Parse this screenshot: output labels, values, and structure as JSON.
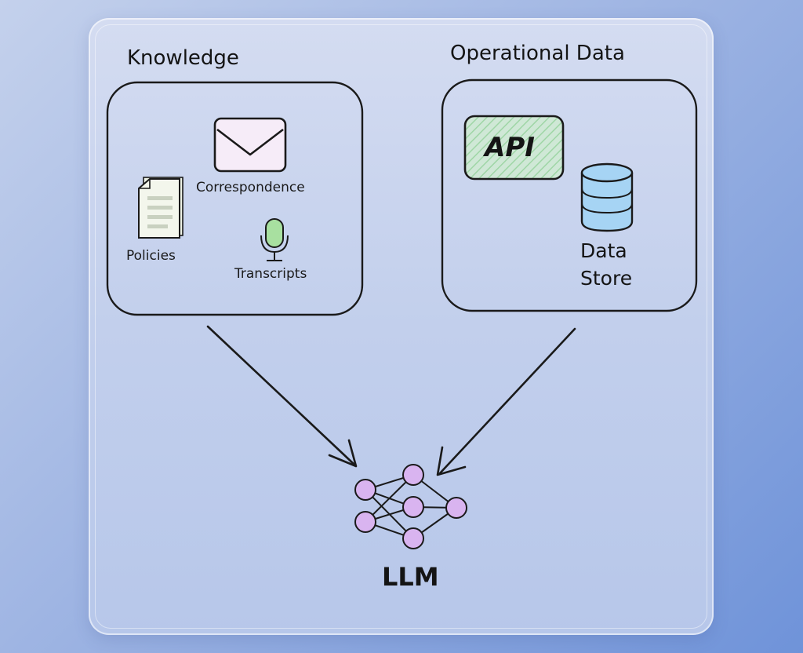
{
  "groups": {
    "knowledge": {
      "title": "Knowledge",
      "items": {
        "correspondence": "Correspondence",
        "policies": "Policies",
        "transcripts": "Transcripts"
      }
    },
    "operational": {
      "title": "Operational Data",
      "api": "API",
      "data_store_line1": "Data",
      "data_store_line2": "Store"
    }
  },
  "target": "LLM",
  "colors": {
    "envelope_fill": "#f6ecf8",
    "document_fill": "#eef3e6",
    "mic_fill": "#a8e0a0",
    "api_fill": "#cfe8d6",
    "database_fill": "#a6d4f4",
    "neuron_fill": "#d9b4f0",
    "stroke": "#1a1a1a"
  },
  "icons": [
    "envelope-icon",
    "document-icon",
    "microphone-icon",
    "api-icon",
    "database-icon",
    "neural-network-icon"
  ]
}
